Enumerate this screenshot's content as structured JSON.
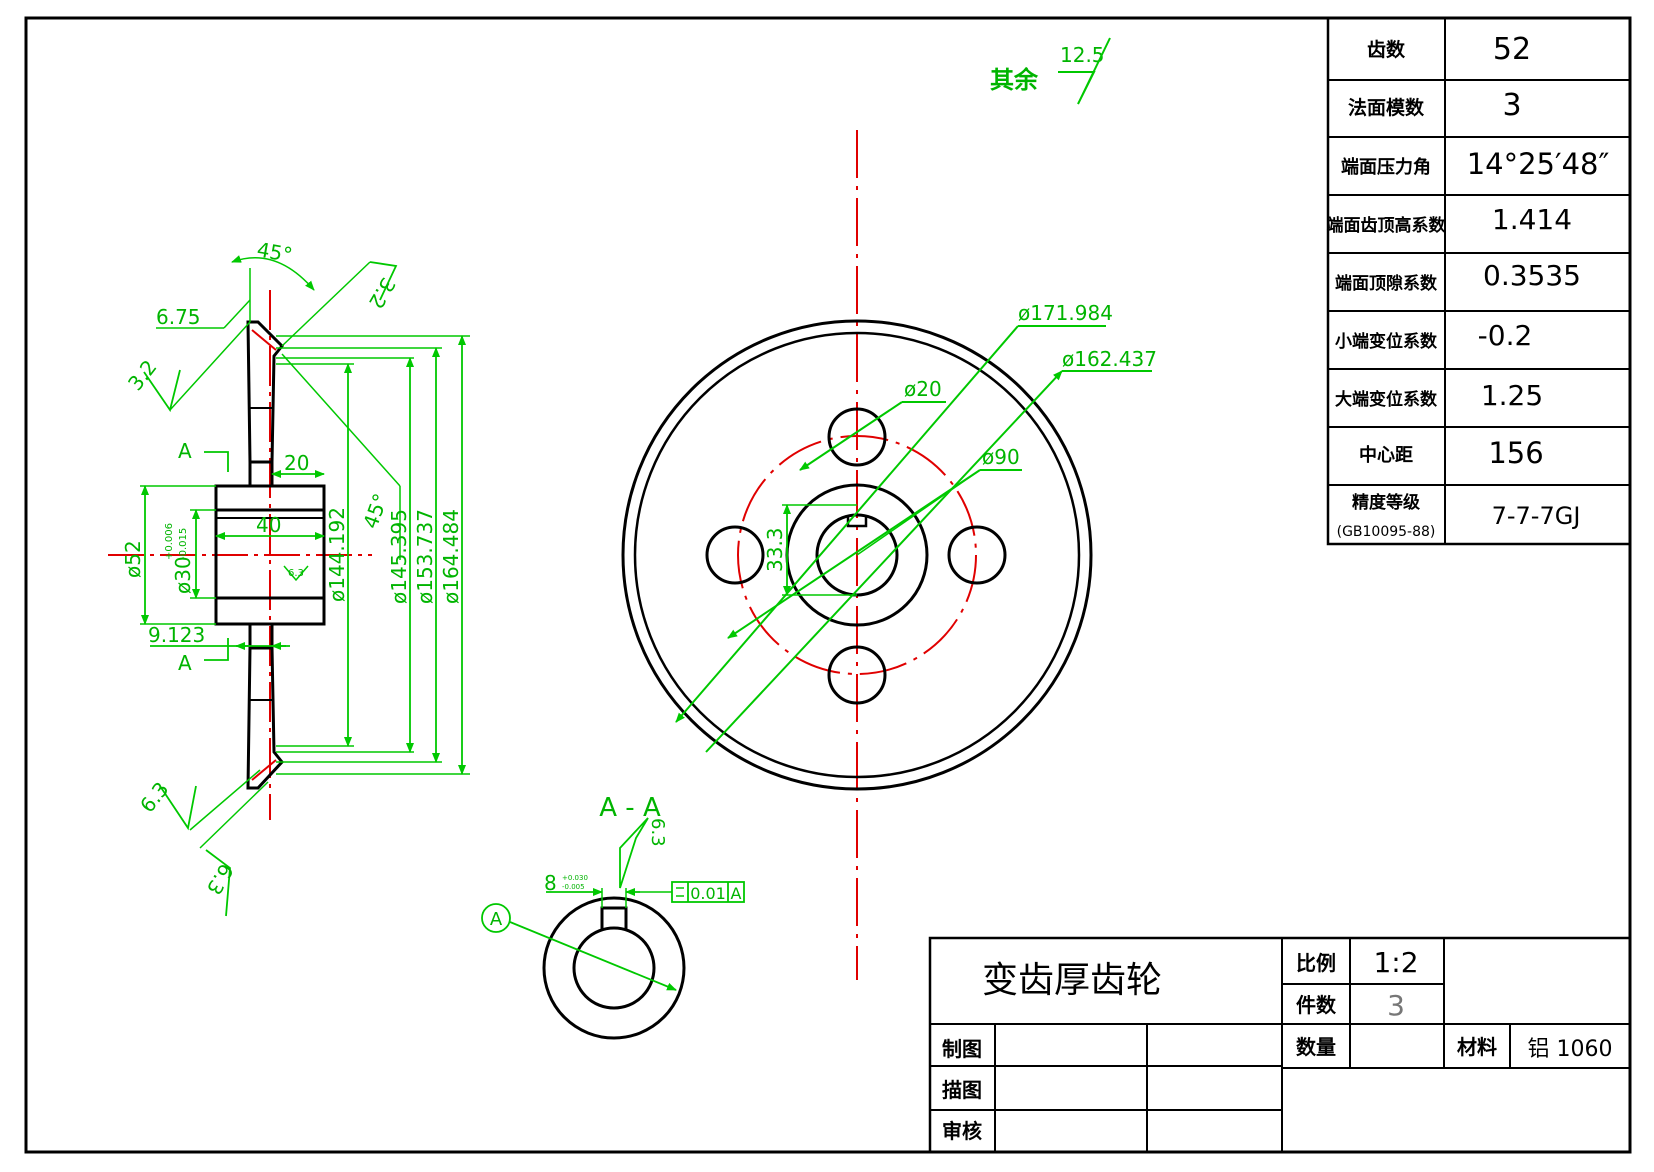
{
  "drawing": {
    "title": "变齿厚齿轮",
    "surface_note": {
      "prefix": "其余",
      "value": "12.5"
    }
  },
  "parameters": {
    "rows": [
      {
        "label": "齿数",
        "value": "52"
      },
      {
        "label": "法面模数",
        "value": "3"
      },
      {
        "label": "端面压力角",
        "value": "14°25′48″"
      },
      {
        "label": "端面齿顶高系数",
        "value": "1.414"
      },
      {
        "label": "端面顶隙系数",
        "value": "0.3535"
      },
      {
        "label": "小端变位系数",
        "value": "-0.2"
      },
      {
        "label": "大端变位系数",
        "value": "1.25"
      },
      {
        "label": "中心距",
        "value": "156"
      }
    ],
    "precision": {
      "label": "精度等级",
      "standard": "(GB10095-88)",
      "value": "7-7-7GJ"
    }
  },
  "title_block": {
    "scale_label": "比例",
    "scale_value": "1:2",
    "count_label": "件数",
    "count_value": "3",
    "qty_label": "数量",
    "material_label": "材料",
    "material_value": "铝 1060",
    "drawn_label": "制图",
    "traced_label": "描图",
    "checked_label": "审核"
  },
  "side_view": {
    "chamfer_angle_1": "45°",
    "chamfer_angle_2": "45°",
    "dim_6_75": "6.75",
    "rough_3_2_a": "3.2",
    "rough_3_2_b": "3.2",
    "rough_6_3_a": "6.3",
    "rough_6_3_b": "6.3",
    "rough_6_3_bore": "6.3",
    "section_mark_top": "A",
    "section_mark_bottom": "A",
    "dim_20": "20",
    "dim_40": "40",
    "dim_phi52": "ø52",
    "dim_phi30": "ø30",
    "tol_upper": "+0.006",
    "tol_lower": "-0.015",
    "dim_9_123": "9.123",
    "dim_phi144": "ø144.192",
    "dim_phi145": "ø145.395",
    "dim_phi153": "ø153.737",
    "dim_phi164": "ø164.484"
  },
  "front_view": {
    "dim_phi171": "ø171.984",
    "dim_phi162": "ø162.437",
    "dim_phi20": "ø20",
    "dim_phi90": "ø90",
    "dim_33_3": "33.3"
  },
  "section_view": {
    "title": "A - A",
    "rough_6_3": "6.3",
    "key_width": "8",
    "key_tol_upper": "+0.030",
    "key_tol_lower": "-0.005",
    "tolerance_frame": "0.01",
    "datum": "A",
    "datum_bubble": "A"
  }
}
